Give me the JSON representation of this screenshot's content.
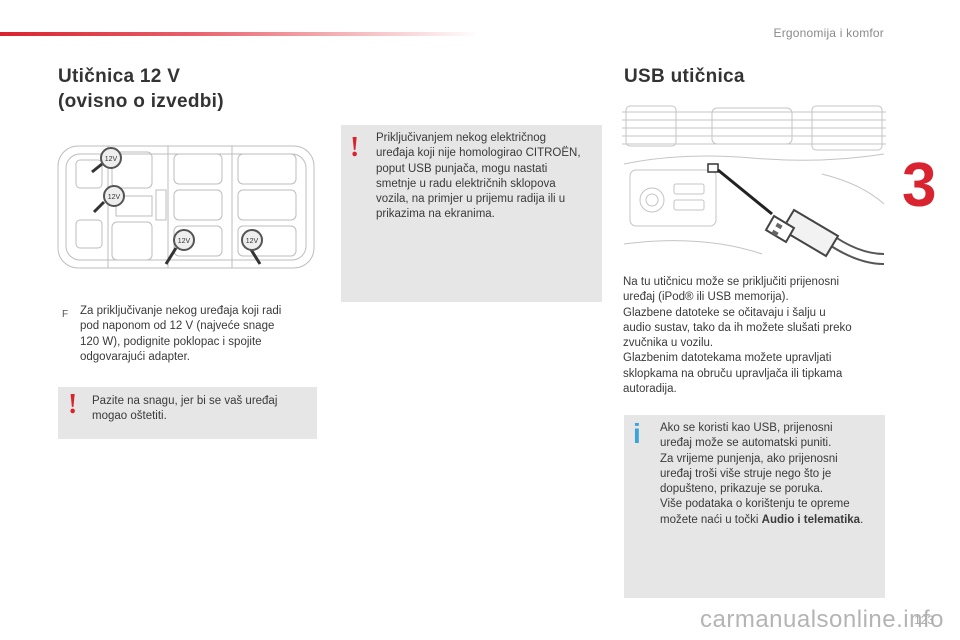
{
  "header": {
    "section": "Ergonomija i komfor",
    "chapter": "3"
  },
  "left": {
    "title_line1": "Utičnica 12 V",
    "title_line2": "(ovisno o izvedbi)",
    "figure_labels": [
      "12V",
      "12V",
      "12V",
      "12V"
    ],
    "bullet_symbol": "F",
    "bullet_lines": [
      "Za priključivanje nekog uređaja koji radi",
      "pod naponom od 12 V (najveće snage",
      "120 W), podignite poklopac i spojite",
      "odgovarajući adapter."
    ],
    "warning_symbol": "!",
    "warning_lines": [
      "Pazite na snagu, jer bi se vaš uređaj",
      "mogao oštetiti."
    ]
  },
  "middle": {
    "warning_symbol": "!",
    "warning_lines": [
      "Priključivanjem nekog električnog",
      "uređaja koji nije homologirao CITROËN,",
      "poput USB punjača, mogu nastati",
      "smetnje u radu električnih sklopova",
      "vozila, na primjer u prijemu radija ili u",
      "prikazima na ekranima."
    ]
  },
  "right": {
    "title": "USB utičnica",
    "body_lines": [
      "Na tu utičnicu može se priključiti prijenosni",
      "uređaj (iPod® ili USB memorija).",
      "Glazbene datoteke se očitavaju i šalju u",
      "audio sustav, tako da ih možete slušati preko",
      "zvučnika u vozilu.",
      "Glazbenim datotekama možete upravljati",
      "sklopkama na obruču upravljača ili tipkama",
      "autoradija."
    ],
    "info_symbol": "i",
    "info_lines": [
      "Ako se koristi kao USB, prijenosni",
      "uređaj može se automatski puniti.",
      "Za vrijeme punjenja, ako prijenosni",
      "uređaj troši više struje nego što je",
      "dopušteno, prikazuje se poruka.",
      "Više podataka o korištenju te opreme"
    ],
    "info_last_prefix": "možete naći u točki ",
    "info_last_bold": "Audio i telematika",
    "info_last_suffix": "."
  },
  "footer": {
    "page_number": "123",
    "watermark": "carmanualsonline.info"
  },
  "colors": {
    "accent_red": "#d9232e",
    "info_blue": "#3aa3d9",
    "note_grey": "#e6e6e6"
  }
}
